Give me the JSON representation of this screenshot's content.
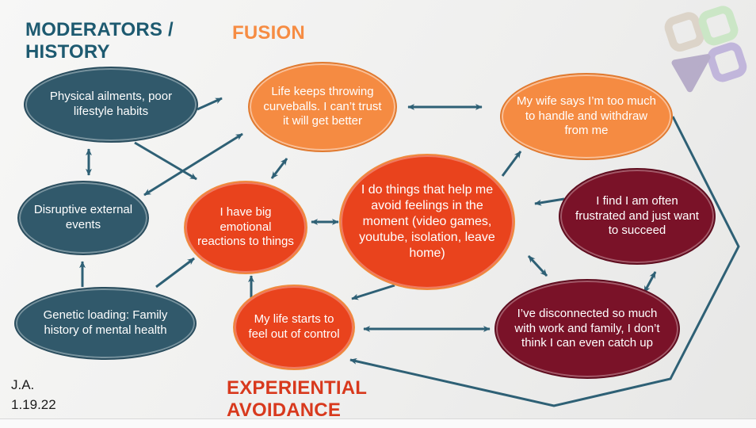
{
  "headings": {
    "moderators_history": "MODERATORS / HISTORY",
    "fusion": "FUSION",
    "experiential_avoidance": "EXPERIENTIAL AVOIDANCE"
  },
  "footer": {
    "initials": "J.A.",
    "date": "1.19.22"
  },
  "colors": {
    "teal_node_fill": "#31596B",
    "orange_node_fill": "#F58B42",
    "red_node_fill": "#E9431D",
    "maroon_node_fill": "#7A1228",
    "connector": "#2E6075",
    "heading_teal": "#1D5A70",
    "heading_orange": "#F68C43",
    "heading_red": "#D8391D"
  },
  "nodes": {
    "physical": {
      "label": "Physical ailments, poor lifestyle habits"
    },
    "disruptive": {
      "label": "Disruptive external events"
    },
    "genetic": {
      "label": "Genetic loading: Family history of mental health"
    },
    "curveballs": {
      "label": "Life keeps throwing curveballs. I can’t trust it will get better"
    },
    "wife": {
      "label": "My wife says I’m too much to handle and withdraw from me"
    },
    "reactions": {
      "label": "I have big emotional reactions to things"
    },
    "avoid": {
      "label": "I do things that help me avoid feelings in the moment (video games, youtube, isolation, leave home)"
    },
    "outofcontrol": {
      "label": "My life starts to feel out of control"
    },
    "frustrated": {
      "label": "I find I am often frustrated and just want to succeed"
    },
    "disconnected": {
      "label": "I’ve disconnected so much with work and family, I don’t think I can even catch up"
    }
  },
  "logo": {
    "name": "pinwheel-squares-logo",
    "colors": [
      "#DBD2C6",
      "#C8E6C3",
      "#BDB1DA",
      "#B2A7C6"
    ]
  }
}
